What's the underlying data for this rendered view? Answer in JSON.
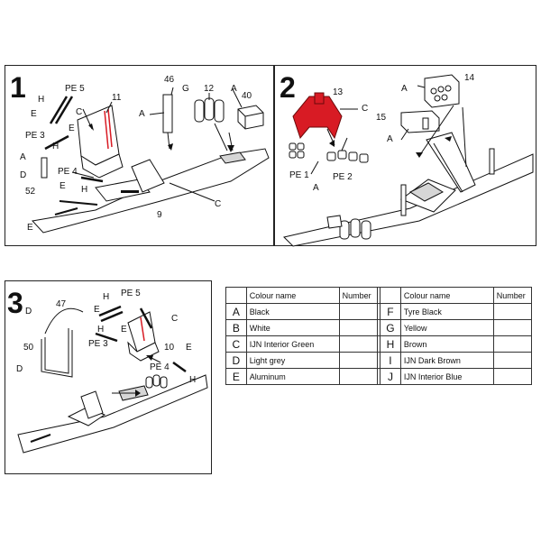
{
  "steps": [
    {
      "number": "1",
      "callouts": [
        "PE 5",
        "11",
        "46",
        "12",
        "40",
        "H",
        "E",
        "C",
        "A",
        "G",
        "PE 3",
        "E",
        "H",
        "A",
        "D",
        "PE 4",
        "E",
        "H",
        "52",
        "E",
        "9",
        "C",
        "A"
      ]
    },
    {
      "number": "2",
      "callouts": [
        "13",
        "C",
        "PE 1",
        "A",
        "PE 2",
        "A",
        "14",
        "15",
        "A"
      ]
    },
    {
      "number": "3",
      "callouts": [
        "47",
        "D",
        "PE 5",
        "H",
        "E",
        "C",
        "H",
        "PE 3",
        "E",
        "50",
        "D",
        "10",
        "E",
        "PE 4",
        "H"
      ]
    }
  ],
  "colour_table": {
    "headers": {
      "colour_name": "Colour name",
      "number": "Number"
    },
    "rows": [
      {
        "left": {
          "letter": "A",
          "name": "Black",
          "number": ""
        },
        "right": {
          "letter": "F",
          "name": "Tyre Black",
          "number": ""
        }
      },
      {
        "left": {
          "letter": "B",
          "name": "White",
          "number": ""
        },
        "right": {
          "letter": "G",
          "name": "Yellow",
          "number": ""
        }
      },
      {
        "left": {
          "letter": "C",
          "name": "IJN Interior Green",
          "number": ""
        },
        "right": {
          "letter": "H",
          "name": "Brown",
          "number": ""
        }
      },
      {
        "left": {
          "letter": "D",
          "name": "Light grey",
          "number": ""
        },
        "right": {
          "letter": "I",
          "name": "IJN Dark Brown",
          "number": ""
        }
      },
      {
        "left": {
          "letter": "E",
          "name": "Aluminum",
          "number": ""
        },
        "right": {
          "letter": "J",
          "name": "IJN Interior Blue",
          "number": ""
        }
      }
    ]
  },
  "colors": {
    "highlight_red": "#d81b24",
    "line": "#111111",
    "part_gray": "#d6d6d6"
  }
}
